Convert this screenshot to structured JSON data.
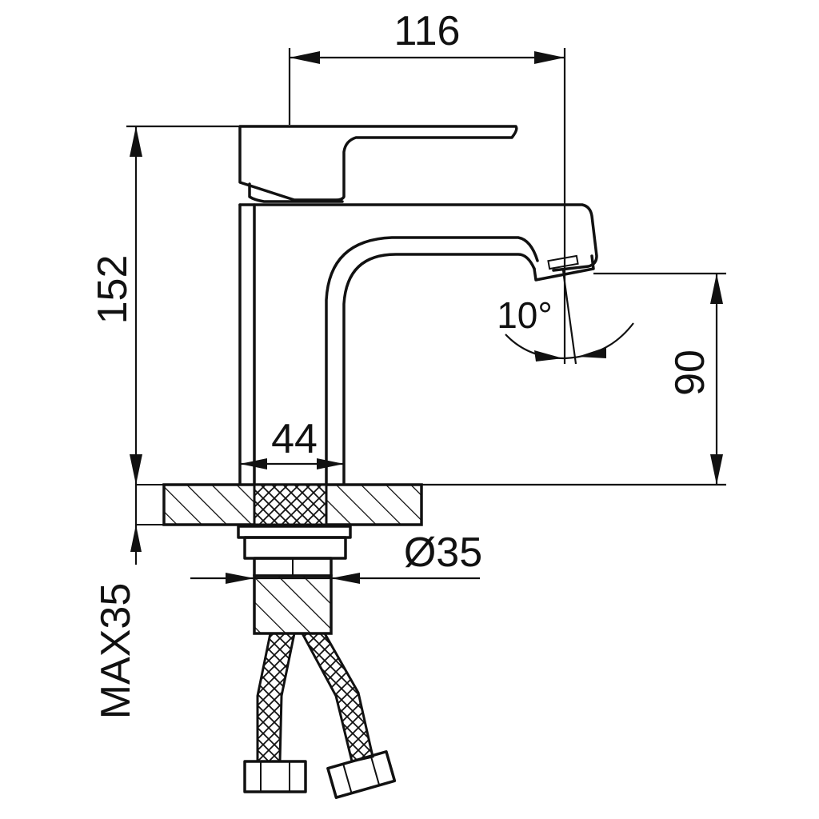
{
  "dimensions": {
    "width_top": "116",
    "height_total": "152",
    "spout_height": "90",
    "base_width": "44",
    "thread_diameter": "Ø35",
    "max_counter_thickness": "MAX35",
    "swivel_angle": "10°"
  },
  "colors": {
    "ink": "#111111",
    "paper": "#ffffff"
  }
}
